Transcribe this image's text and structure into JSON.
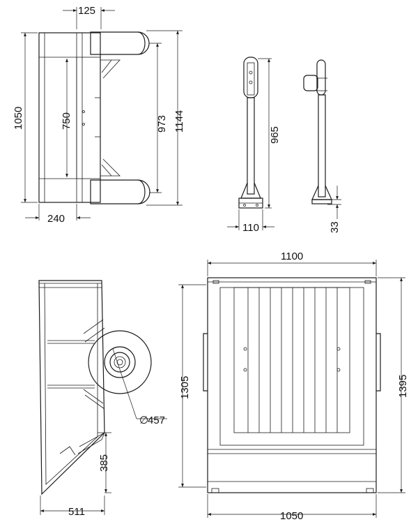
{
  "views": {
    "side_top": {
      "dim_depth_top": "125",
      "dim_height_total": "1050",
      "dim_inner": "750",
      "dim_rollers": "973",
      "dim_overall": "1144",
      "dim_base": "240"
    },
    "post": {
      "dim_height": "965",
      "dim_base_width": "110",
      "dim_foot": "33"
    },
    "cross_section": {
      "dim_diameter_symbol": "∅",
      "dim_diameter": "457",
      "dim_lip": "385",
      "dim_width": "511"
    },
    "plan": {
      "dim_width_top": "1100",
      "dim_width_bottom": "1050",
      "dim_inner_height": "1305",
      "dim_outer_height": "1395"
    }
  }
}
